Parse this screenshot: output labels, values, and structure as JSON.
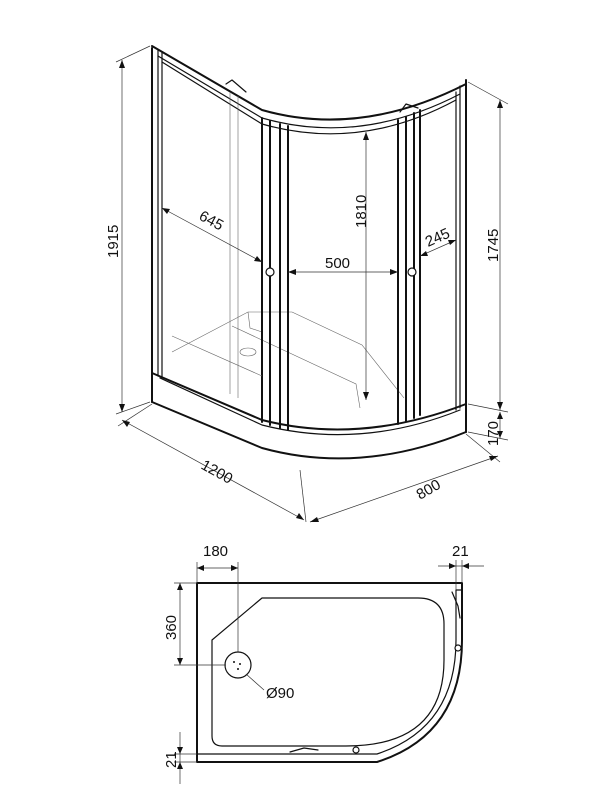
{
  "colors": {
    "line": "#111111",
    "background": "#ffffff"
  },
  "top_view": {
    "height_total": "1915",
    "height_door": "1745",
    "height_glass": "1810",
    "height_tray": "170",
    "door_opening": "500",
    "panel_left_width": "645",
    "panel_right_width": "245",
    "length": "1200",
    "depth": "800"
  },
  "plan_view": {
    "drain_offset_x": "180",
    "drain_offset_y": "360",
    "edge_top_right": "21",
    "edge_bottom_left": "21",
    "drain_diameter": "Ø90"
  }
}
